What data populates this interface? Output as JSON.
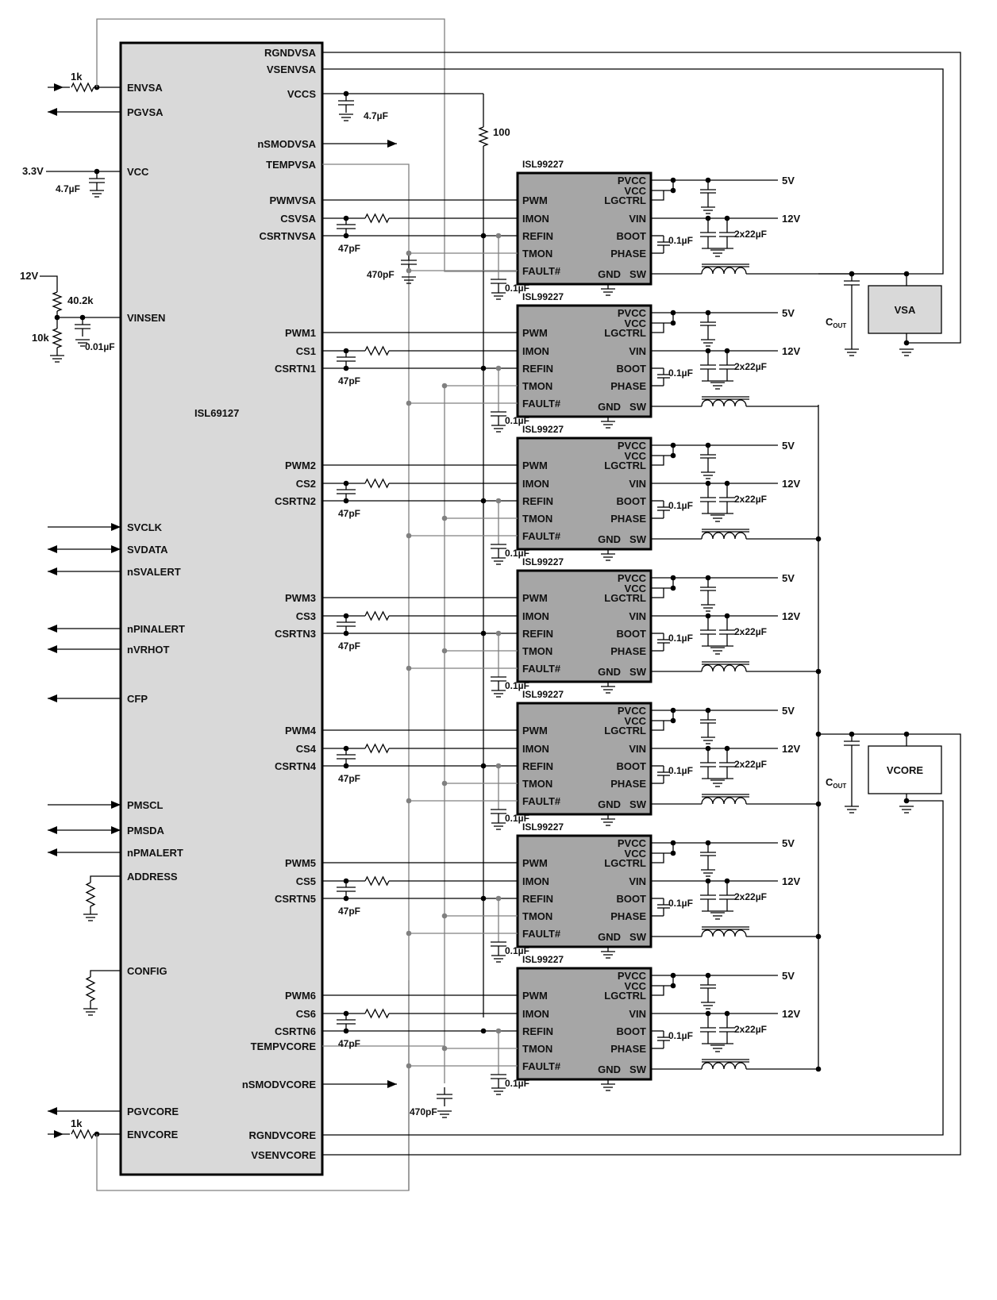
{
  "main_chip": {
    "name": "ISL69127",
    "left_pins": [
      "ENVSA",
      "PGVSA",
      "VCC",
      "VINSEN",
      "SVCLK",
      "SVDATA",
      "nSVALERT",
      "nPINALERT",
      "nVRHOT",
      "CFP",
      "PMSCL",
      "PMSDA",
      "nPMALERT",
      "ADDRESS",
      "CONFIG",
      "PGVCORE",
      "ENVCORE"
    ],
    "right_pins_top": [
      "RGNDVSA",
      "VSENVSA",
      "VCCS",
      "nSMODVSA",
      "TEMPVSA"
    ],
    "right_pins_bottom": [
      "TEMPVCORE",
      "nSMODVCORE",
      "RGNDVCORE",
      "VSENVCORE"
    ]
  },
  "driver": {
    "name": "ISL99227",
    "left_pins": [
      "PWM",
      "IMON",
      "REFIN",
      "TMON",
      "FAULT#"
    ],
    "right_pins": [
      "PVCC",
      "VCC",
      "LGCTRL",
      "VIN",
      "BOOT",
      "PHASE",
      "GND",
      "SW"
    ]
  },
  "phases": [
    {
      "pwm": "PWMVSA",
      "cs": "CSVSA",
      "csrtn": "CSRTNVSA"
    },
    {
      "pwm": "PWM1",
      "cs": "CS1",
      "csrtn": "CSRTN1"
    },
    {
      "pwm": "PWM2",
      "cs": "CS2",
      "csrtn": "CSRTN2"
    },
    {
      "pwm": "PWM3",
      "cs": "CS3",
      "csrtn": "CSRTN3"
    },
    {
      "pwm": "PWM4",
      "cs": "CS4",
      "csrtn": "CSRTN4"
    },
    {
      "pwm": "PWM5",
      "cs": "CS5",
      "csrtn": "CSRTN5"
    },
    {
      "pwm": "PWM6",
      "cs": "CS6",
      "csrtn": "CSRTN6"
    }
  ],
  "loads": [
    "VSA",
    "VCORE"
  ],
  "values": {
    "r_1k": "1k",
    "r_100": "100",
    "r_40k2": "40.2k",
    "r_10k": "10k",
    "c_4u7": "4.7µF",
    "c_47p": "47pF",
    "c_470p": "470pF",
    "c_0u1": "0.1µF",
    "c_0u01": "0.01µF",
    "c_2x22": "2x22µF",
    "cout_main": "C",
    "cout_sub": "OUT",
    "v_3v3": "3.3V",
    "v_5v": "5V",
    "v_12v": "12V"
  }
}
